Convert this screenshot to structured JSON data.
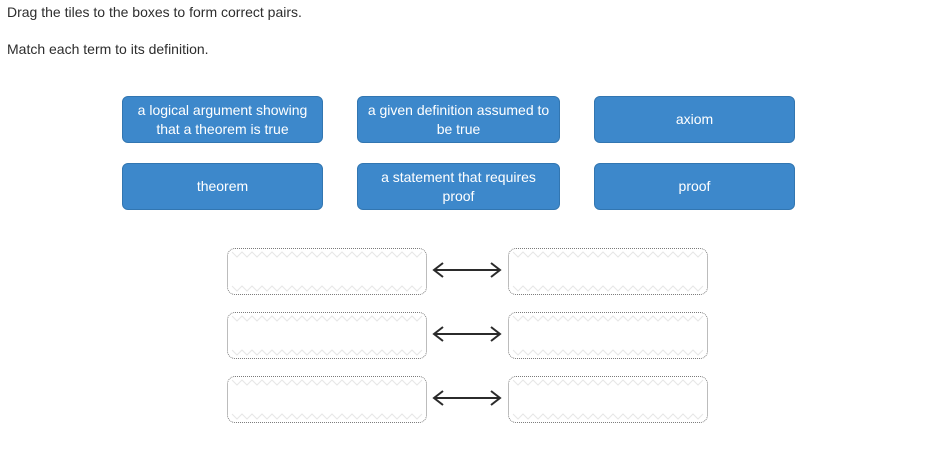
{
  "instructions": {
    "line1": "Drag the tiles to the boxes to form correct pairs.",
    "line2": "Match each term to its definition."
  },
  "tiles": [
    {
      "label": "a logical argument showing that a theorem is true"
    },
    {
      "label": "a given definition assumed to be true"
    },
    {
      "label": "axiom"
    },
    {
      "label": "theorem"
    },
    {
      "label": "a statement that requires proof"
    },
    {
      "label": "proof"
    }
  ],
  "pairs": [
    {
      "left": "",
      "right": ""
    },
    {
      "left": "",
      "right": ""
    },
    {
      "left": "",
      "right": ""
    }
  ],
  "icons": {
    "pair_connector": "double-headed-arrow"
  },
  "colors": {
    "tile_background": "#3d88cb",
    "tile_border": "#3276b1",
    "tile_text": "#ffffff",
    "dropbox_border": "#7a7a7a",
    "dropbox_texture": "#e6e6e6",
    "arrow": "#2b2b2b",
    "instruction_text": "#2d2d2d"
  }
}
